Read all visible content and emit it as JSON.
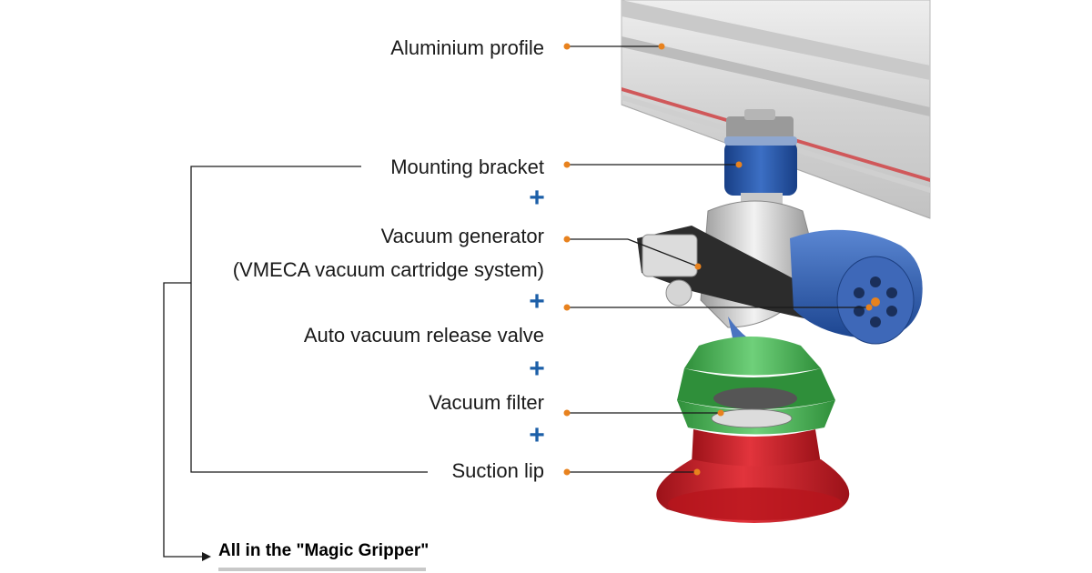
{
  "labels": {
    "aluminium_profile": "Aluminium profile",
    "mounting_bracket": "Mounting bracket",
    "vacuum_generator_line1": "Vacuum generator",
    "vacuum_generator_line2": "(VMECA vacuum cartridge system)",
    "auto_release_valve": "Auto vacuum release valve",
    "vacuum_filter": "Vacuum filter",
    "suction_lip": "Suction lip"
  },
  "plus_sign": "+",
  "caption": "All in the \"Magic Gripper\"",
  "colors": {
    "text": "#1a1a1a",
    "plus": "#1c5fa8",
    "marker": "#e8821e",
    "bracket_blue": "#1f4fa0",
    "bellows_green": "#3fae49",
    "lip_red": "#c8202a",
    "profile_gray": "#d9d9d9"
  }
}
